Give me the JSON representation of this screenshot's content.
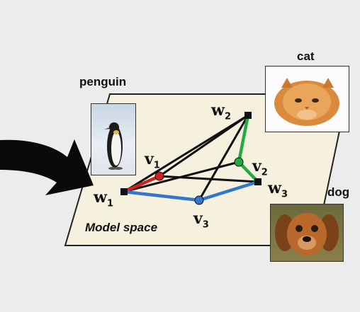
{
  "diagram": {
    "caption": "Model space",
    "labels": {
      "penguin": "penguin",
      "cat": "cat",
      "dog": "dog"
    },
    "nodes": [
      {
        "id": "w1",
        "letter": "w",
        "sub": "1"
      },
      {
        "id": "w2",
        "letter": "w",
        "sub": "2"
      },
      {
        "id": "w3",
        "letter": "w",
        "sub": "3"
      },
      {
        "id": "v1",
        "letter": "v",
        "sub": "1"
      },
      {
        "id": "v2",
        "letter": "v",
        "sub": "2"
      },
      {
        "id": "v3",
        "letter": "v",
        "sub": "3"
      }
    ],
    "edges": [
      {
        "from": "w1",
        "to": "w2",
        "color": "#111111"
      },
      {
        "from": "w1",
        "to": "v2",
        "color": "#111111"
      },
      {
        "from": "v1",
        "to": "w3",
        "color": "#111111"
      },
      {
        "from": "v1",
        "to": "w2",
        "color": "#111111"
      },
      {
        "from": "w2",
        "to": "v3",
        "color": "#111111"
      },
      {
        "from": "w1",
        "to": "v1",
        "color": "#cc2222"
      },
      {
        "from": "w2",
        "to": "v2",
        "color": "#22aa44"
      },
      {
        "from": "v2",
        "to": "w3",
        "color": "#22aa44"
      },
      {
        "from": "w1",
        "to": "v3",
        "color": "#3377cc"
      },
      {
        "from": "v3",
        "to": "w3",
        "color": "#3377cc"
      }
    ],
    "colors": {
      "plane_fill": "#f6f1de",
      "plane_stroke": "#222222",
      "v1": "#cc2222",
      "v2": "#22aa44",
      "v3": "#3377cc"
    }
  }
}
